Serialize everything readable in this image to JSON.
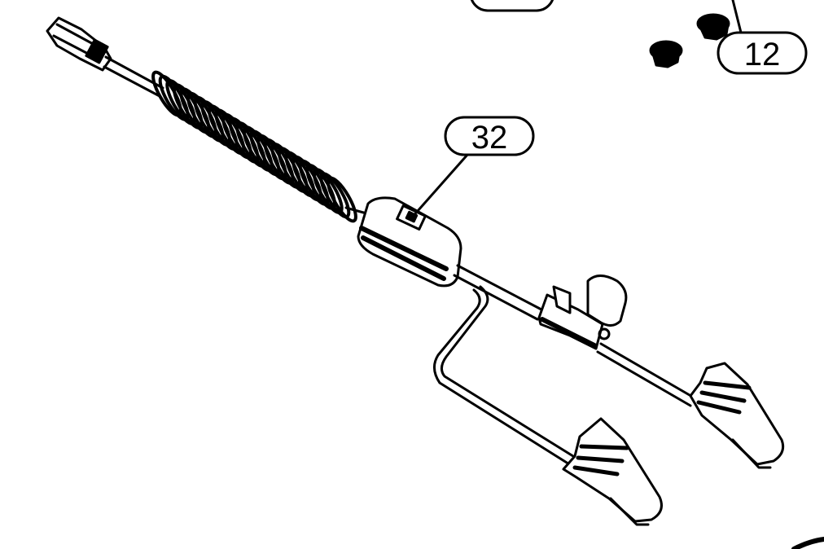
{
  "callouts": [
    {
      "id": "top-partial",
      "text": ""
    },
    {
      "id": "nut",
      "text": "12"
    },
    {
      "id": "switch-housing",
      "text": "32"
    }
  ],
  "colors": {
    "line": "#000000",
    "background": "#ffffff"
  }
}
